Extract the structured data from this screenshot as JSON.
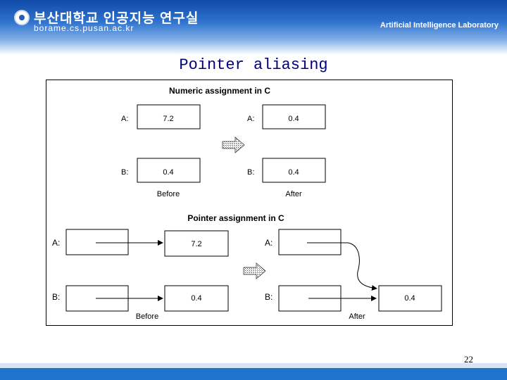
{
  "header": {
    "university": "부산대학교 인공지능 연구실",
    "host": "borame.cs.pusan.ac.kr",
    "lab": "Artificial Intelligence Laboratory"
  },
  "slide": {
    "title": "Pointer aliasing",
    "page_number": "22"
  },
  "figure": {
    "numeric_title": "Numeric assignment in C",
    "numeric": {
      "before": {
        "label": "Before",
        "a_label": "A:",
        "a_value": "7.2",
        "b_label": "B:",
        "b_value": "0.4"
      },
      "after": {
        "label": "After",
        "a_label": "A:",
        "a_value": "0.4",
        "b_label": "B:",
        "b_value": "0.4"
      }
    },
    "pointer_title": "Pointer assignment in C",
    "pointer": {
      "before": {
        "label": "Before",
        "a_label": "A:",
        "a_value": "7.2",
        "b_label": "B:",
        "b_value": "0.4"
      },
      "after": {
        "label": "After",
        "a_label": "A:",
        "b_label": "B:",
        "b_value": "0.4"
      }
    }
  }
}
